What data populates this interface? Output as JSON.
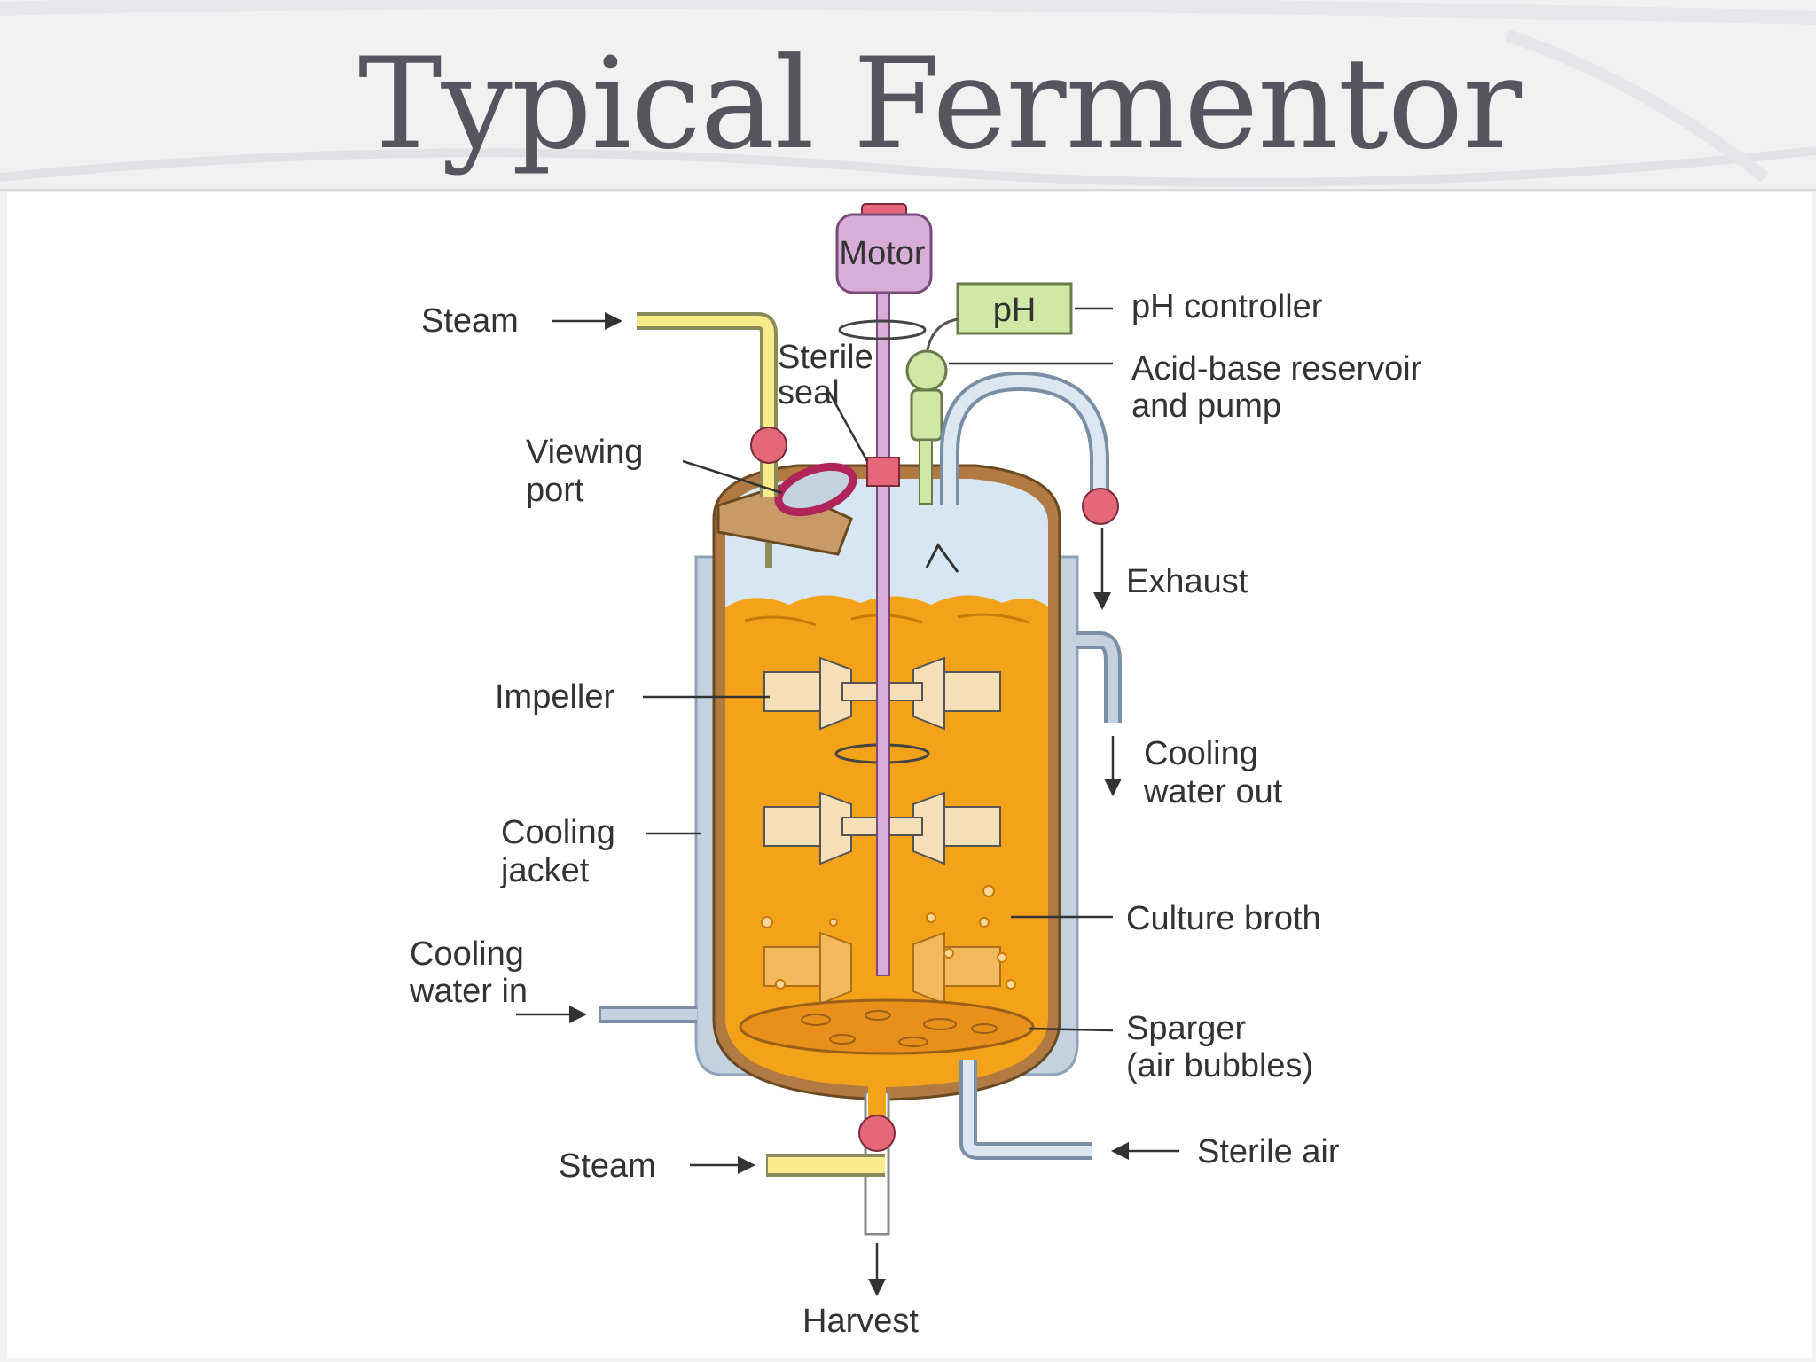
{
  "slide": {
    "title": "Typical Fermentor"
  },
  "diagram": {
    "motor_label": "Motor",
    "ph_box_label": "pH",
    "labels": {
      "steam_top": "Steam",
      "sterile_seal": [
        "Sterile",
        "seal"
      ],
      "viewing_port": [
        "Viewing",
        "port"
      ],
      "ph_controller": "pH controller",
      "acid_base": [
        "Acid-base reservoir",
        "and pump"
      ],
      "exhaust": "Exhaust",
      "impeller": "Impeller",
      "cooling_water_out": [
        "Cooling",
        "water out"
      ],
      "cooling_jacket": [
        "Cooling",
        "jacket"
      ],
      "culture_broth": "Culture broth",
      "cooling_water_in": [
        "Cooling",
        "water in"
      ],
      "sparger": [
        "Sparger",
        "(air bubbles)"
      ],
      "steam_bottom": "Steam",
      "sterile_air": "Sterile air",
      "harvest": "Harvest"
    },
    "colors": {
      "broth": "#f4a21a",
      "jacket": "#c4d2e0",
      "headspace": "#d6e6f2",
      "vessel_wall": "#b07a42",
      "motor": "#d8aed8",
      "ph_box": "#cfe8a6",
      "steam_pipe": "#f7eb8a",
      "valve": "#e4687a",
      "viewing_port": "#b0245a"
    }
  }
}
